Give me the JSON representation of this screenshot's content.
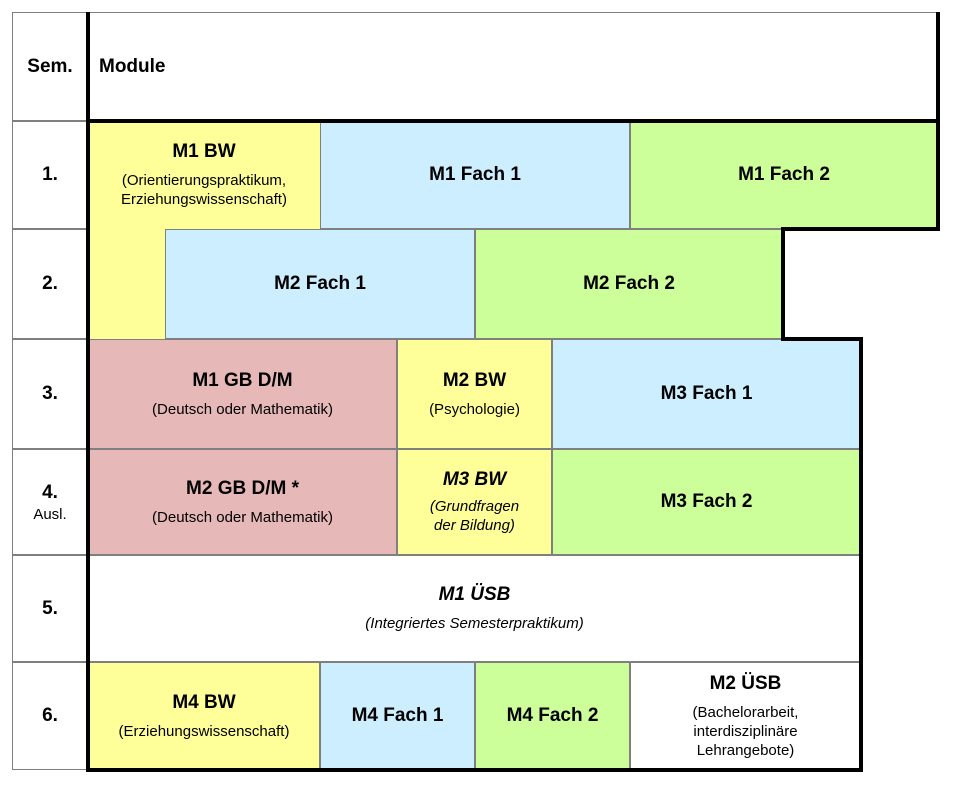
{
  "header": {
    "sem": "Sem.",
    "module": "Module"
  },
  "semesters": [
    {
      "label": "1."
    },
    {
      "label": "2."
    },
    {
      "label": "3."
    },
    {
      "label": "4.",
      "sub": "Ausl."
    },
    {
      "label": "5."
    },
    {
      "label": "6."
    }
  ],
  "modules": {
    "m1_bw": {
      "title": "M1 BW",
      "sub": "(Orientierungspraktikum, Erziehungswissenschaft)"
    },
    "m1_fach1": {
      "title": "M1 Fach 1"
    },
    "m1_fach2": {
      "title": "M1 Fach 2"
    },
    "m2_fach1": {
      "title": "M2 Fach 1"
    },
    "m2_fach2": {
      "title": "M2 Fach 2"
    },
    "m1_gb": {
      "title": "M1 GB D/M",
      "sub": "(Deutsch oder Mathematik)"
    },
    "m2_bw": {
      "title": "M2 BW",
      "sub": "(Psychologie)"
    },
    "m3_fach1": {
      "title": "M3 Fach 1"
    },
    "m2_gb": {
      "title": "M2 GB D/M *",
      "sub": "(Deutsch oder Mathematik)"
    },
    "m3_bw": {
      "title": "M3 BW",
      "sub": "(Grundfragen der Bildung)"
    },
    "m3_fach2": {
      "title": "M3 Fach 2"
    },
    "m1_usb": {
      "title": "M1 ÜSB",
      "sub": "(Integriertes Semesterpraktikum)"
    },
    "m4_bw": {
      "title": "M4 BW",
      "sub": "(Erziehungswissenschaft)"
    },
    "m4_fach1": {
      "title": "M4 Fach 1"
    },
    "m4_fach2": {
      "title": "M4 Fach 2"
    },
    "m2_usb": {
      "title": "M2 ÜSB",
      "sub": "(Bachelorarbeit, interdisziplinäre Lehrangebote)"
    }
  },
  "colors": {
    "bw": "#ffff99",
    "fach1": "#cceeff",
    "fach2": "#ccff99",
    "gb": "#e6b8b7",
    "usb": "#ffffff"
  }
}
